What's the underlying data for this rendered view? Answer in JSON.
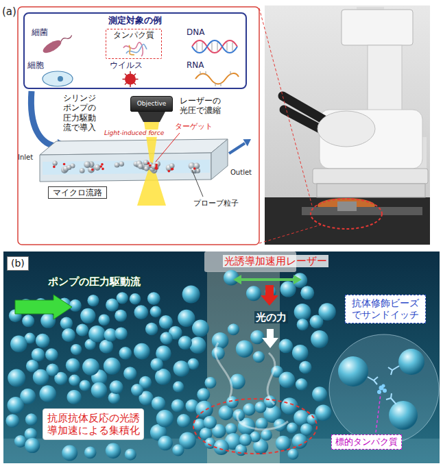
{
  "diagram": {
    "nodes": [
      {
        "text": [
          "測定対象の例"
        ]
      },
      {
        "text": [
          "タンパク質"
        ],
        "in": 0
      },
      {
        "text": [
          "Objective"
        ]
      },
      {
        "text": [
          "マイクロ流路"
        ]
      },
      {
        "text": [
          "(b)"
        ]
      },
      {
        "text": [
          "抗体修飾ビーズでサンドイッチ"
        ]
      },
      {
        "text": [
          "抗原抗体反応の光誘導加速による集積化"
        ]
      },
      {
        "text": [
          "標的タンパク質"
        ]
      }
    ],
    "labels": [
      "(a)",
      "細菌",
      "DNA",
      "細胞",
      "ウイルス",
      "RNA",
      "シリンジポンプの圧力駆動流で導入",
      "レーザーの光圧で濃縮",
      "ターゲット",
      "Light-induced force",
      "Inlet",
      "Outlet",
      "プローブ粒子",
      "光誘導加速用レーザー",
      "ポンプの圧力駆動流",
      "光の力"
    ]
  }
}
